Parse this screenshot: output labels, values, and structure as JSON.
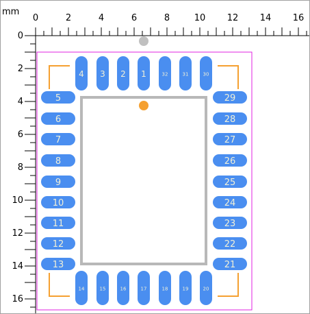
{
  "rulers": {
    "unit": "mm",
    "x_labels": [
      "0",
      "2",
      "4",
      "6",
      "8",
      "10",
      "12",
      "14",
      "16"
    ],
    "y_labels": [
      "0",
      "2",
      "4",
      "6",
      "8",
      "10",
      "12",
      "14",
      "16"
    ]
  },
  "footprint": {
    "courtyard_color": "#e020e0",
    "silkscreen_color": "#f5a030",
    "pad_color": "#4a8ef0",
    "body_outline_color": "#b8b8b8",
    "pin1_marker_color": "#f5a030",
    "origin_marker_color": "#c0c0c0",
    "pad_label_color": "#f0f0d8"
  },
  "pads": {
    "top": [
      "4",
      "3",
      "2",
      "1",
      "32",
      "31",
      "30"
    ],
    "left": [
      "5",
      "6",
      "7",
      "8",
      "9",
      "10",
      "11",
      "12",
      "13"
    ],
    "bottom": [
      "14",
      "15",
      "16",
      "17",
      "18",
      "19",
      "20"
    ],
    "right": [
      "29",
      "28",
      "27",
      "26",
      "25",
      "24",
      "23",
      "22",
      "21"
    ]
  }
}
